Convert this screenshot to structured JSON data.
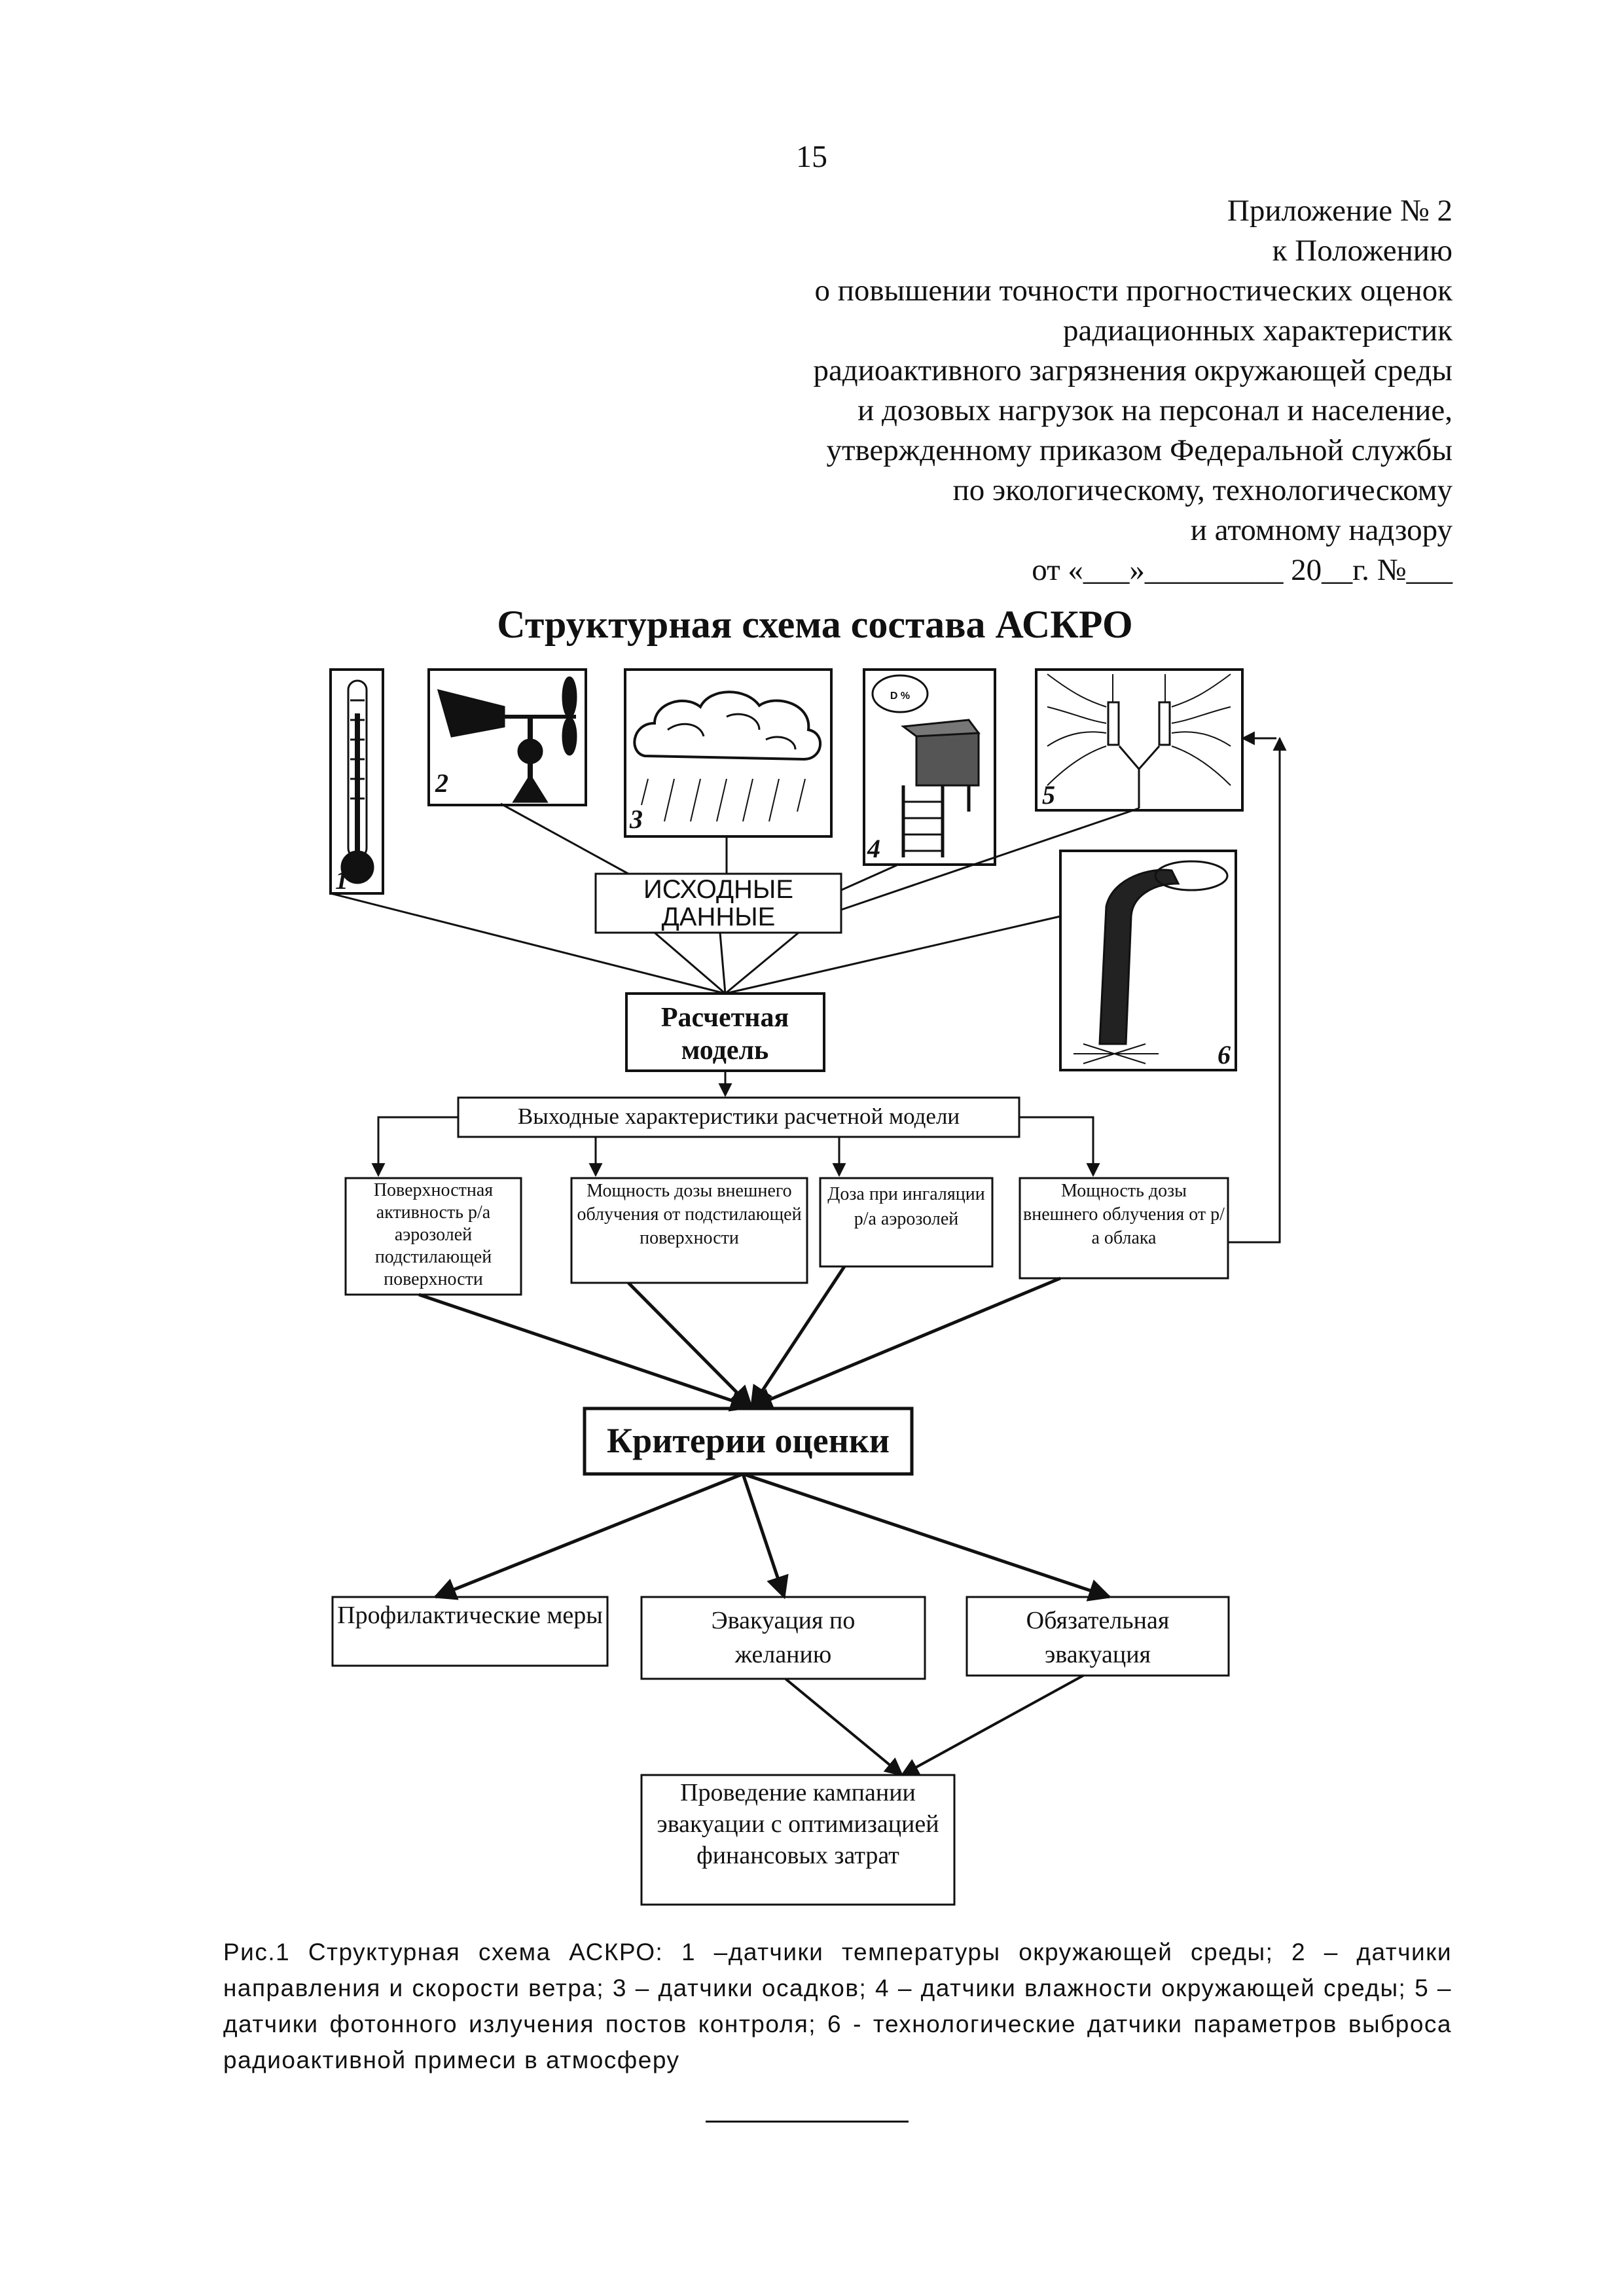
{
  "page_number": "15",
  "appendix": {
    "lines": [
      "Приложение № 2",
      "к Положению",
      "о повышении точности прогностических оценок",
      "радиационных характеристик",
      "радиоактивного загрязнения окружающей среды",
      "и дозовых нагрузок на персонал и население,",
      "утвержденному приказом Федеральной службы",
      "по экологическому, технологическому",
      "и атомному надзору",
      "от «___»_________ 20__г. №___"
    ]
  },
  "diagram": {
    "title": "Структурная схема состава АСКРО",
    "sensors": [
      {
        "number": "1",
        "icon": "thermometer-icon"
      },
      {
        "number": "2",
        "icon": "wind-vane-icon"
      },
      {
        "number": "3",
        "icon": "rain-cloud-icon"
      },
      {
        "number": "4",
        "icon": "humidity-sensor-icon",
        "label": "D %"
      },
      {
        "number": "5",
        "icon": "radiation-detector-icon"
      },
      {
        "number": "6",
        "icon": "stack-emission-icon"
      }
    ],
    "input_data": "ИСХОДНЫЕ ДАННЫЕ",
    "model": "Расчетная модель",
    "outputs_header": "Выходные характеристики расчетной модели",
    "outputs": [
      "Поверхностная активность р/а аэрозолей подстилающей поверхности",
      "Мощность дозы внешнего облучения от подстилающей поверхности",
      "Доза при ингаляции р/а аэрозолей",
      "Мощность дозы внешнего облучения от р/а облака"
    ],
    "criteria": "Критерии оценки",
    "actions": [
      "Профилактические меры",
      "Эвакуация по желанию",
      "Обязательная эвакуация"
    ],
    "campaign": "Проведение кампании эвакуации с оптимизацией финансовых затрат"
  },
  "caption": "Рис.1 Структурная схема АСКРО: 1 –датчики температуры окружающей среды; 2 – датчики направления и скорости ветра; 3 – датчики осадков; 4 – датчики влажности окружающей среды; 5 –датчики фотонного излучения постов контроля; 6 - технологические датчики параметров выброса радиоактивной примеси в атмосферу"
}
